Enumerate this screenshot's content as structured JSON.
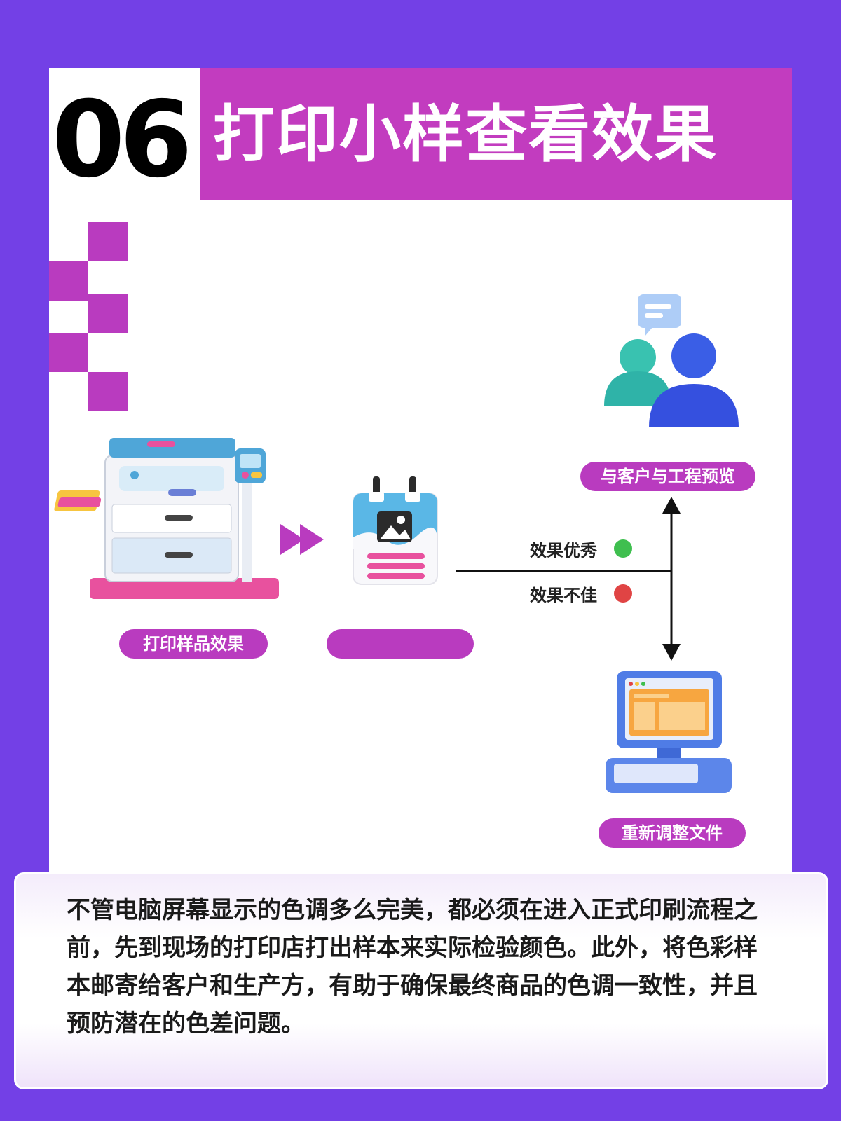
{
  "header": {
    "number": "06",
    "title": "打印小样查看效果"
  },
  "diagram": {
    "printer_label": "打印样品效果",
    "sample_label": "",
    "good_label": "效果优秀",
    "bad_label": "效果不佳",
    "client_label": "与客户与工程预览",
    "adjust_label": "重新调整文件"
  },
  "colors": {
    "background": "#7340e6",
    "accent": "#c23cbf",
    "good": "#3fbf4f",
    "bad": "#e04444"
  },
  "icons": {
    "printer": "printer-icon",
    "sample": "sample-print-icon",
    "users": "users-chat-icon",
    "computer": "computer-icon"
  },
  "description": {
    "text": "不管电脑屏幕显示的色调多么完美，都必须在进入正式印刷流程之前，先到现场的打印店打出样本来实际检验颜色。此外，将色彩样本邮寄给客户和生产方，有助于确保最终商品的色调一致性，并且预防潜在的色差问题。"
  }
}
